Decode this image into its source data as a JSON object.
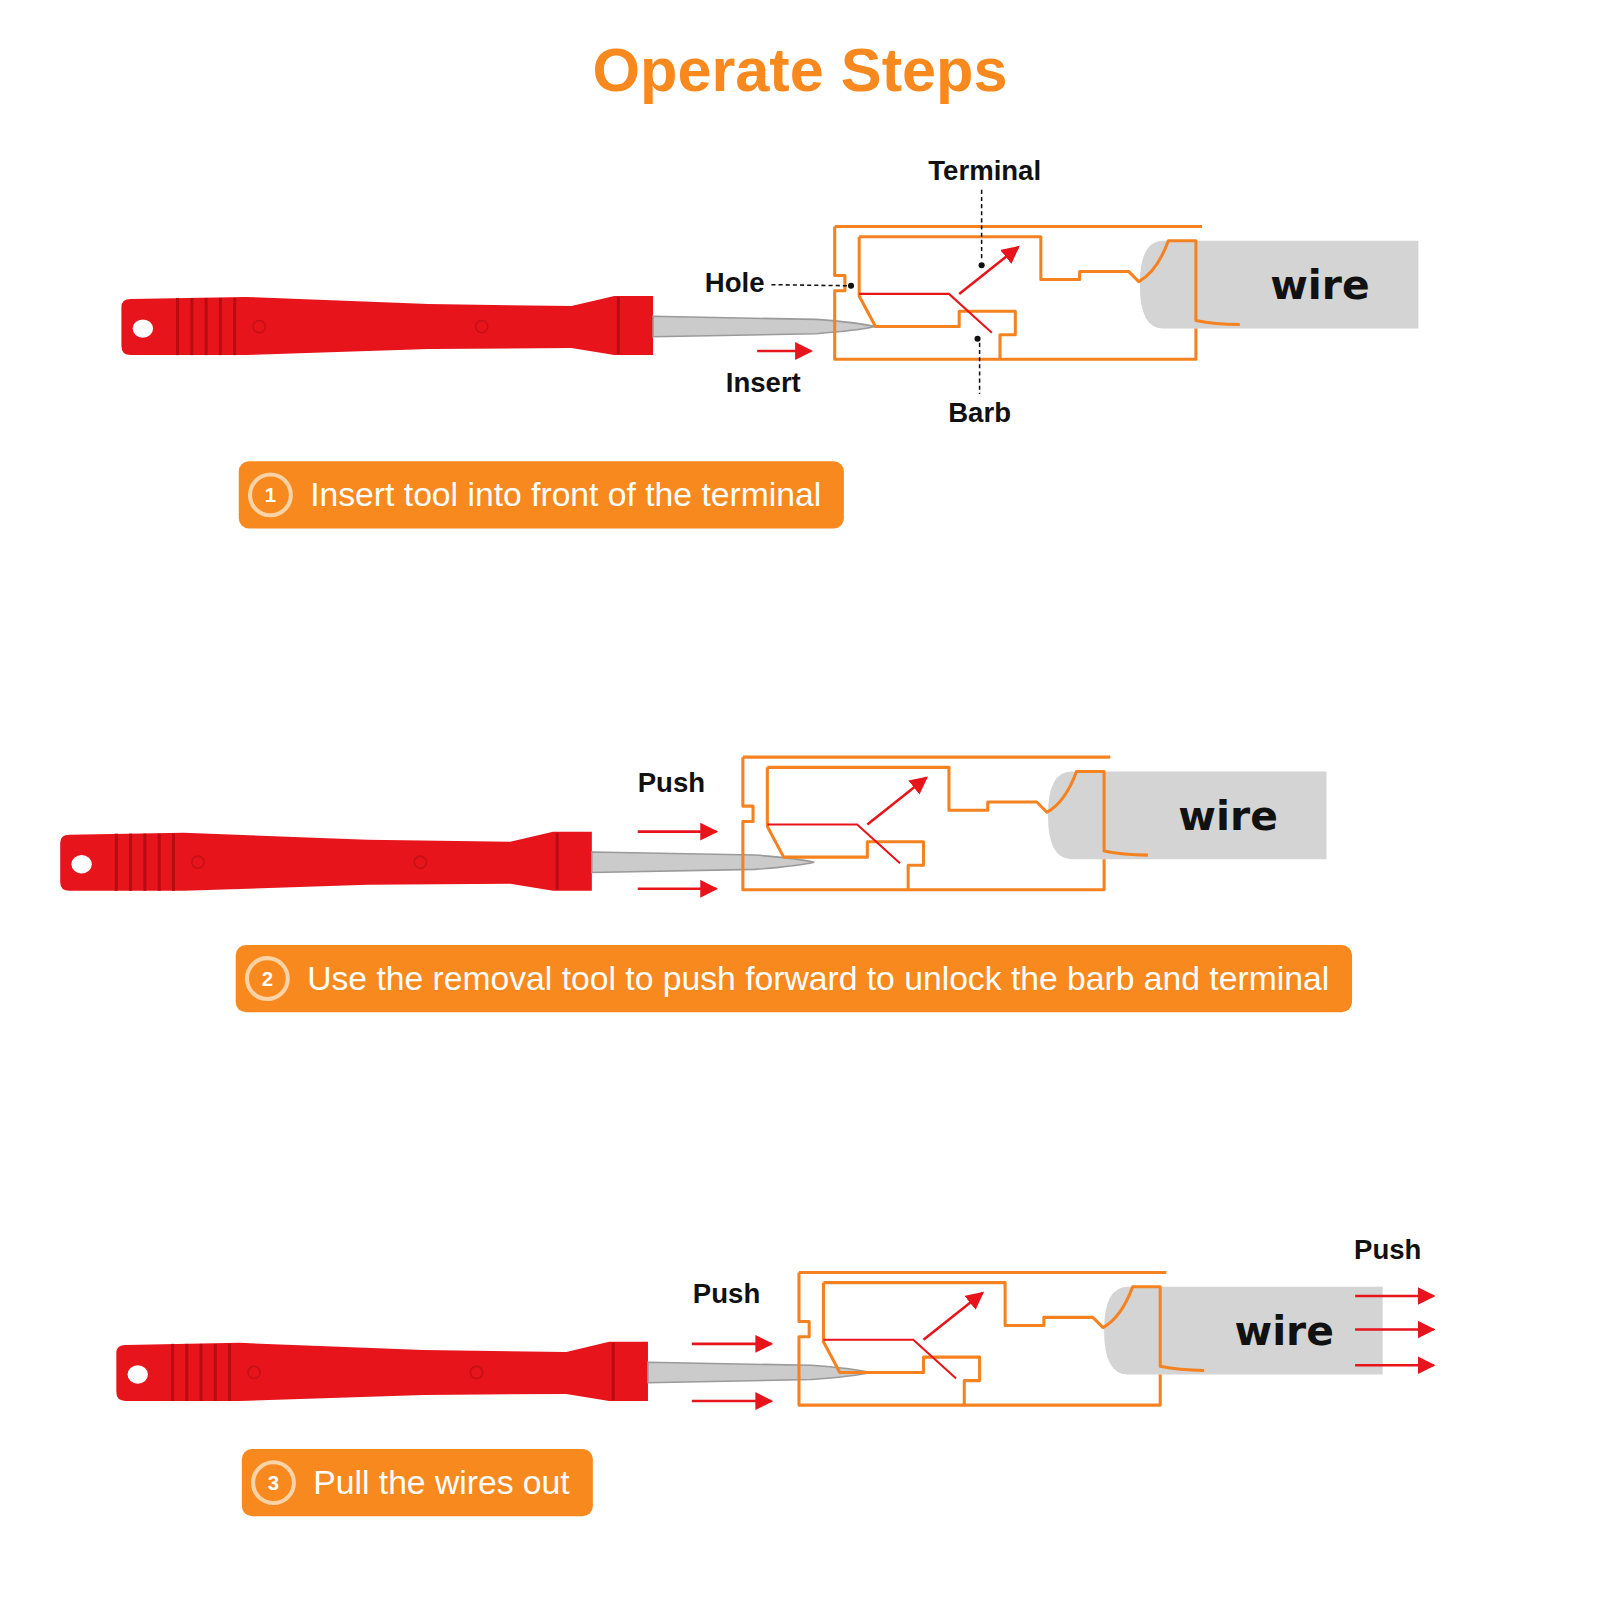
{
  "diagram": {
    "title": "Operate Steps",
    "nodes": [
      {
        "text": [
          "wire"
        ]
      },
      {
        "text": [
          "Insert tool into front of the terminal"
        ]
      },
      {
        "text": [
          "1"
        ],
        "in": 1
      },
      {
        "text": [
          "wire"
        ]
      },
      {
        "text": [
          "Use the removal tool to push forward to unlock the barb and terminal"
        ]
      },
      {
        "text": [
          "2"
        ],
        "in": 4
      },
      {
        "text": [
          "wire"
        ]
      },
      {
        "text": [
          "Pull the wires out"
        ]
      },
      {
        "text": [
          "3"
        ],
        "in": 7
      }
    ],
    "edges": [],
    "labels": [
      "Terminal",
      "Hole",
      "Insert",
      "Barb",
      "Push",
      "Push",
      "Push"
    ]
  }
}
